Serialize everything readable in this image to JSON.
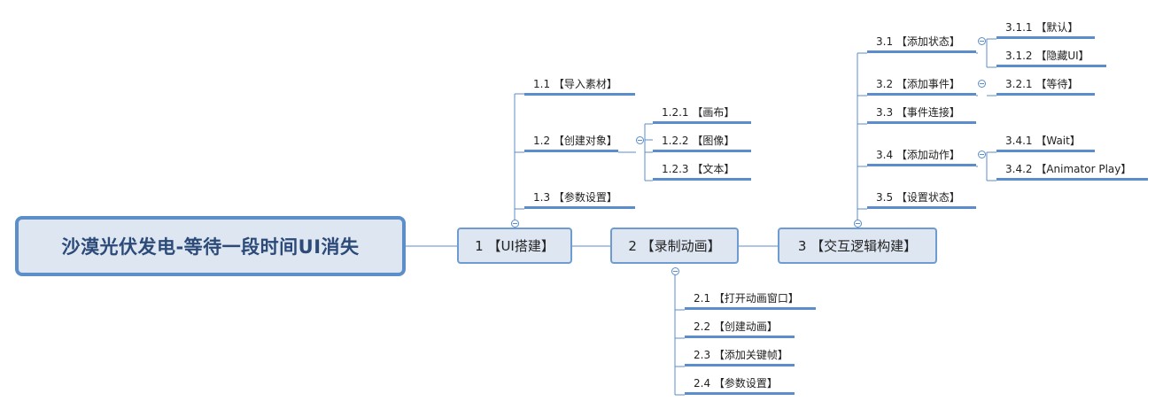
{
  "root": {
    "label": "沙漠光伏发电-等待一段时间UI消失"
  },
  "branches": [
    {
      "label": "1 【UI搭建】",
      "children": [
        {
          "label": "1.1 【导入素材】"
        },
        {
          "label": "1.2 【创建对象】",
          "children": [
            {
              "label": "1.2.1 【画布】"
            },
            {
              "label": "1.2.2 【图像】"
            },
            {
              "label": "1.2.3 【文本】"
            }
          ]
        },
        {
          "label": "1.3 【参数设置】"
        }
      ]
    },
    {
      "label": "2 【录制动画】",
      "children": [
        {
          "label": "2.1 【打开动画窗口】"
        },
        {
          "label": "2.2 【创建动画】"
        },
        {
          "label": "2.3 【添加关键帧】"
        },
        {
          "label": "2.4 【参数设置】"
        }
      ]
    },
    {
      "label": "3 【交互逻辑构建】",
      "children": [
        {
          "label": "3.1 【添加状态】",
          "children": [
            {
              "label": "3.1.1 【默认】"
            },
            {
              "label": "3.1.2 【隐藏UI】"
            }
          ]
        },
        {
          "label": "3.2 【添加事件】",
          "children": [
            {
              "label": "3.2.1 【等待】"
            }
          ]
        },
        {
          "label": "3.3 【事件连接】"
        },
        {
          "label": "3.4 【添加动作】",
          "children": [
            {
              "label": "3.4.1 【Wait】"
            },
            {
              "label": "3.4.2 【Animator Play】"
            }
          ]
        },
        {
          "label": "3.5 【设置状态】"
        }
      ]
    }
  ],
  "colors": {
    "line": "#5b8ccc",
    "root_border": "#5c8fc9",
    "node_fill": "#dde6f1",
    "root_text": "#2c4a78"
  }
}
